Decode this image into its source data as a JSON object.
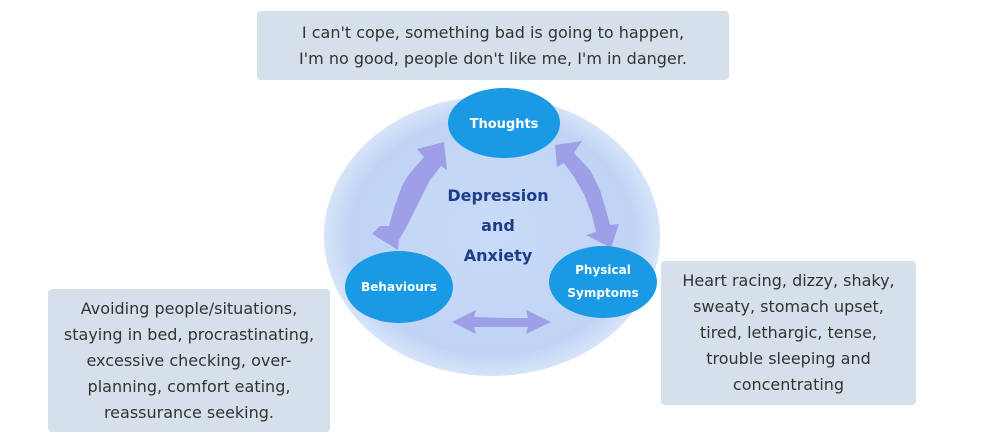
{
  "cycle": {
    "center_lines": [
      "Depression",
      "and",
      "Anxiety"
    ],
    "nodes": {
      "thoughts": [
        "Thoughts"
      ],
      "behaviours": [
        "Behaviours"
      ],
      "physical": [
        "Physical",
        "Symptoms"
      ]
    }
  },
  "callouts": {
    "thoughts": [
      "I can't cope, something bad is going to happen,",
      "I'm no good, people don't like me, I'm in danger."
    ],
    "behaviours": [
      "Avoiding people/situations,",
      "staying in bed, procrastinating,",
      "excessive checking, over-",
      "planning, comfort eating,",
      "reassurance seeking."
    ],
    "physical": [
      "Heart racing, dizzy, shaky,",
      "sweaty, stomach upset,",
      "tired, lethargic, tense,",
      "trouble sleeping and",
      "concentrating"
    ]
  },
  "colors": {
    "outer_circle": "#c2d7f6",
    "node_fill": "#1a9ae4",
    "arrow_fill": "#9f9fe8",
    "center_text": "#1f3c8a",
    "callout_bg": "#d5e0ea"
  }
}
